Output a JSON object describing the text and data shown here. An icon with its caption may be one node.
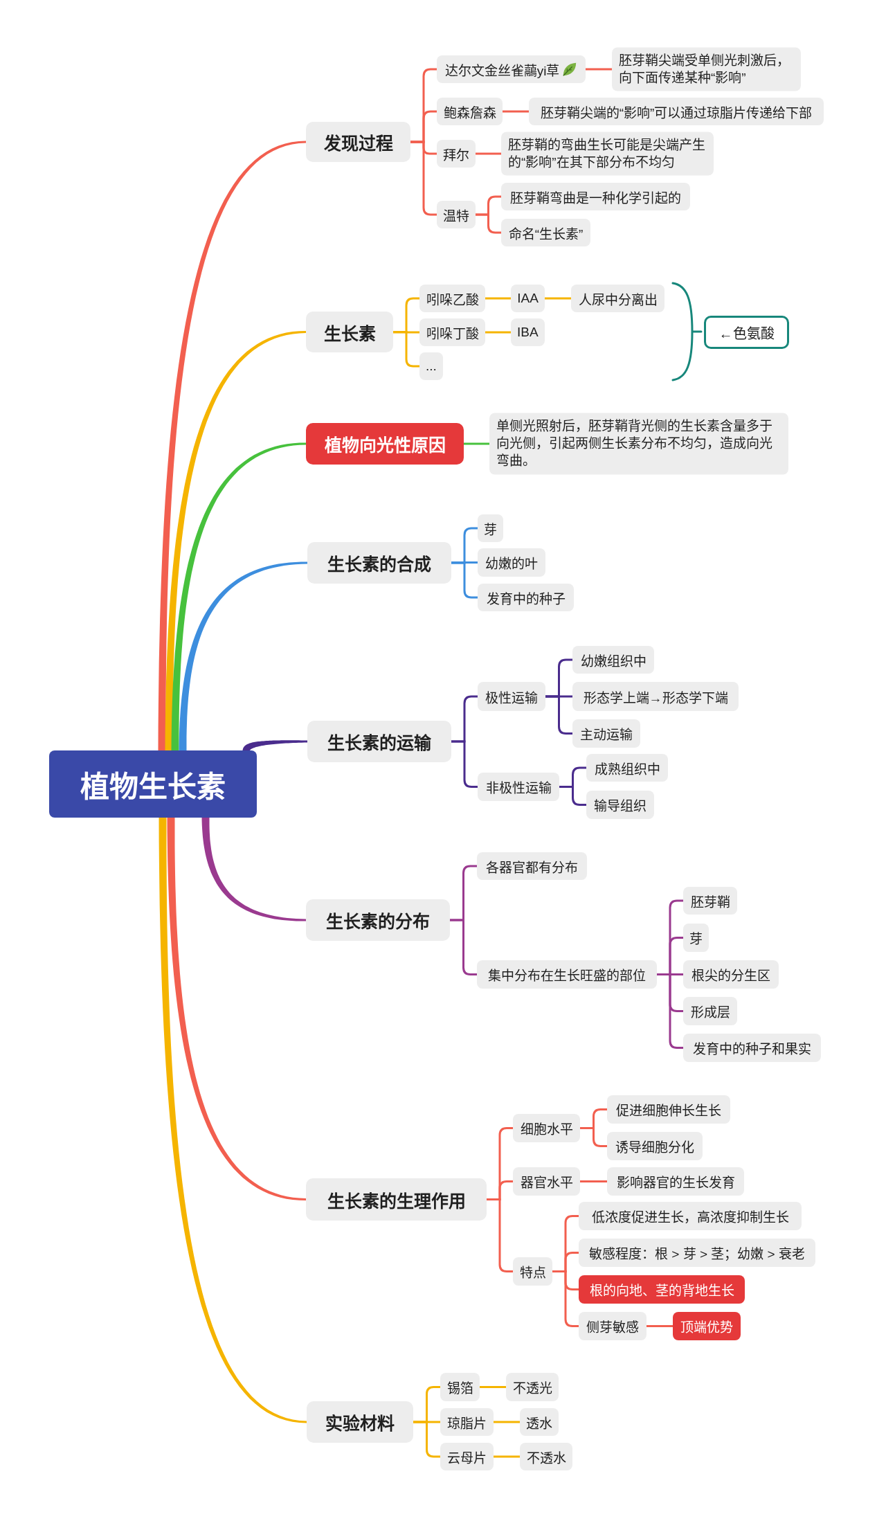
{
  "diagram": {
    "nodes": [
      {
        "text": [
          "植物生长素"
        ]
      },
      {
        "text": [
          "发现过程"
        ]
      },
      {
        "text": [
          "达尔文金丝雀虉yi草"
        ]
      },
      {
        "text": [
          "胚芽鞘尖端受单侧光刺激后，向下面传递某种“影响”"
        ]
      },
      {
        "text": [
          "鲍森詹森"
        ]
      },
      {
        "text": [
          "胚芽鞘尖端的“影响”可以通过琼脂片传递给下部"
        ]
      },
      {
        "text": [
          "拜尔"
        ]
      },
      {
        "text": [
          "胚芽鞘的弯曲生长可能是尖端产生的“影响”在其下部分布不均匀"
        ]
      },
      {
        "text": [
          "温特"
        ]
      },
      {
        "text": [
          "胚芽鞘弯曲是一种化学引起的"
        ]
      },
      {
        "text": [
          "命名“生长素”"
        ]
      },
      {
        "text": [
          "生长素"
        ]
      },
      {
        "text": [
          "吲哚乙酸"
        ]
      },
      {
        "text": [
          "IAA"
        ]
      },
      {
        "text": [
          "人尿中分离出"
        ]
      },
      {
        "text": [
          "吲哚丁酸"
        ]
      },
      {
        "text": [
          "IBA"
        ]
      },
      {
        "text": [
          "..."
        ]
      },
      {
        "text": [
          "←色氨酸"
        ]
      },
      {
        "text": [
          "植物向光性原因"
        ]
      },
      {
        "text": [
          "单侧光照射后，胚芽鞘背光侧的生长素含量多于向光侧，引起两侧生长素分布不均匀，造成向光弯曲。"
        ]
      },
      {
        "text": [
          "生长素的合成"
        ]
      },
      {
        "text": [
          "芽"
        ]
      },
      {
        "text": [
          "幼嫩的叶"
        ]
      },
      {
        "text": [
          "发育中的种子"
        ]
      },
      {
        "text": [
          "生长素的运输"
        ]
      },
      {
        "text": [
          "极性运输"
        ]
      },
      {
        "text": [
          "幼嫩组织中"
        ]
      },
      {
        "text": [
          "形态学上端→形态学下端"
        ]
      },
      {
        "text": [
          "主动运输"
        ]
      },
      {
        "text": [
          "非极性运输"
        ]
      },
      {
        "text": [
          "成熟组织中"
        ]
      },
      {
        "text": [
          "输导组织"
        ]
      },
      {
        "text": [
          "生长素的分布"
        ]
      },
      {
        "text": [
          "各器官都有分布"
        ]
      },
      {
        "text": [
          "集中分布在生长旺盛的部位"
        ]
      },
      {
        "text": [
          "胚芽鞘"
        ]
      },
      {
        "text": [
          "芽"
        ]
      },
      {
        "text": [
          "根尖的分生区"
        ]
      },
      {
        "text": [
          "形成层"
        ]
      },
      {
        "text": [
          "发育中的种子和果实"
        ]
      },
      {
        "text": [
          "生长素的生理作用"
        ]
      },
      {
        "text": [
          "细胞水平"
        ]
      },
      {
        "text": [
          "促进细胞伸长生长"
        ]
      },
      {
        "text": [
          "诱导细胞分化"
        ]
      },
      {
        "text": [
          "器官水平"
        ]
      },
      {
        "text": [
          "影响器官的生长发育"
        ]
      },
      {
        "text": [
          "特点"
        ]
      },
      {
        "text": [
          "低浓度促进生长，高浓度抑制生长"
        ]
      },
      {
        "text": [
          "敏感程度：根 > 芽 > 茎；幼嫩 > 衰老"
        ]
      },
      {
        "text": [
          "根的向地、茎的背地生长"
        ]
      },
      {
        "text": [
          "侧芽敏感"
        ]
      },
      {
        "text": [
          "顶端优势"
        ]
      },
      {
        "text": [
          "实验材料"
        ]
      },
      {
        "text": [
          "锡箔"
        ]
      },
      {
        "text": [
          "不透光"
        ]
      },
      {
        "text": [
          "琼脂片"
        ]
      },
      {
        "text": [
          "透水"
        ]
      },
      {
        "text": [
          "云母片"
        ]
      },
      {
        "text": [
          "不透水"
        ]
      }
    ],
    "edges": [
      {
        "from": 0,
        "to": 1,
        "arrow": "none",
        "style": "thick"
      },
      {
        "from": 1,
        "to": 2,
        "arrow": "none"
      },
      {
        "from": 1,
        "to": 4,
        "arrow": "none"
      },
      {
        "from": 1,
        "to": 6,
        "arrow": "none"
      },
      {
        "from": 1,
        "to": 8,
        "arrow": "none"
      },
      {
        "from": 2,
        "to": 3,
        "arrow": "none"
      },
      {
        "from": 4,
        "to": 5,
        "arrow": "none"
      },
      {
        "from": 6,
        "to": 7,
        "arrow": "none"
      },
      {
        "from": 8,
        "to": 9,
        "arrow": "none"
      },
      {
        "from": 8,
        "to": 10,
        "arrow": "none"
      },
      {
        "from": 0,
        "to": 11,
        "arrow": "none",
        "style": "thick",
        "color": "#f5b400"
      },
      {
        "from": 11,
        "to": 12,
        "arrow": "none",
        "color": "#f5b400"
      },
      {
        "from": 11,
        "to": 15,
        "arrow": "none",
        "color": "#f5b400"
      },
      {
        "from": 11,
        "to": 17,
        "arrow": "none",
        "color": "#f5b400"
      },
      {
        "from": 12,
        "to": 13,
        "arrow": "none",
        "color": "#f5b400"
      },
      {
        "from": 13,
        "to": 14,
        "arrow": "none",
        "color": "#f5b400"
      },
      {
        "from": 15,
        "to": 16,
        "arrow": "none",
        "color": "#f5b400"
      },
      {
        "from": 0,
        "to": 19,
        "arrow": "none",
        "style": "thick",
        "color": "#47c13d"
      },
      {
        "from": 19,
        "to": 20,
        "arrow": "none",
        "color": "#47c13d"
      },
      {
        "from": 0,
        "to": 21,
        "arrow": "none",
        "style": "thick",
        "color": "#3d8ede"
      },
      {
        "from": 21,
        "to": 22,
        "arrow": "none",
        "color": "#3d8ede"
      },
      {
        "from": 21,
        "to": 23,
        "arrow": "none",
        "color": "#3d8ede"
      },
      {
        "from": 21,
        "to": 24,
        "arrow": "none",
        "color": "#3d8ede"
      },
      {
        "from": 0,
        "to": 25,
        "arrow": "none",
        "style": "thick",
        "color": "#4a2c8d"
      },
      {
        "from": 25,
        "to": 26,
        "arrow": "none",
        "color": "#4a2c8d"
      },
      {
        "from": 25,
        "to": 30,
        "arrow": "none",
        "color": "#4a2c8d"
      },
      {
        "from": 26,
        "to": 27,
        "arrow": "none",
        "color": "#4a2c8d"
      },
      {
        "from": 26,
        "to": 28,
        "arrow": "none",
        "color": "#4a2c8d"
      },
      {
        "from": 26,
        "to": 29,
        "arrow": "none",
        "color": "#4a2c8d"
      },
      {
        "from": 30,
        "to": 31,
        "arrow": "none",
        "color": "#4a2c8d"
      },
      {
        "from": 30,
        "to": 32,
        "arrow": "none",
        "color": "#4a2c8d"
      },
      {
        "from": 0,
        "to": 33,
        "arrow": "none",
        "style": "thick",
        "color": "#9a3a8f"
      },
      {
        "from": 33,
        "to": 34,
        "arrow": "none",
        "color": "#9a3a8f"
      },
      {
        "from": 33,
        "to": 35,
        "arrow": "none",
        "color": "#9a3a8f"
      },
      {
        "from": 35,
        "to": 36,
        "arrow": "none",
        "color": "#9a3a8f"
      },
      {
        "from": 35,
        "to": 37,
        "arrow": "none",
        "color": "#9a3a8f"
      },
      {
        "from": 35,
        "to": 38,
        "arrow": "none",
        "color": "#9a3a8f"
      },
      {
        "from": 35,
        "to": 39,
        "arrow": "none",
        "color": "#9a3a8f"
      },
      {
        "from": 35,
        "to": 40,
        "arrow": "none",
        "color": "#9a3a8f"
      },
      {
        "from": 0,
        "to": 41,
        "arrow": "none",
        "style": "thick"
      },
      {
        "from": 41,
        "to": 42,
        "arrow": "none"
      },
      {
        "from": 41,
        "to": 45,
        "arrow": "none"
      },
      {
        "from": 41,
        "to": 47,
        "arrow": "none"
      },
      {
        "from": 42,
        "to": 43,
        "arrow": "none"
      },
      {
        "from": 42,
        "to": 44,
        "arrow": "none"
      },
      {
        "from": 45,
        "to": 46,
        "arrow": "none"
      },
      {
        "from": 47,
        "to": 48,
        "arrow": "none"
      },
      {
        "from": 47,
        "to": 49,
        "arrow": "none"
      },
      {
        "from": 47,
        "to": 50,
        "arrow": "none"
      },
      {
        "from": 47,
        "to": 51,
        "arrow": "none"
      },
      {
        "from": 51,
        "to": 52,
        "arrow": "none"
      },
      {
        "from": 0,
        "to": 53,
        "arrow": "none",
        "style": "thick",
        "color": "#f5b400"
      },
      {
        "from": 53,
        "to": 54,
        "arrow": "none",
        "color": "#f5b400"
      },
      {
        "from": 53,
        "to": 56,
        "arrow": "none",
        "color": "#f5b400"
      },
      {
        "from": 53,
        "to": 58,
        "arrow": "none",
        "color": "#f5b400"
      },
      {
        "from": 54,
        "to": 55,
        "arrow": "none",
        "color": "#f5b400"
      },
      {
        "from": 56,
        "to": 57,
        "arrow": "none",
        "color": "#f5b400"
      },
      {
        "from": 58,
        "to": 59,
        "arrow": "none",
        "color": "#f5b400"
      }
    ]
  }
}
